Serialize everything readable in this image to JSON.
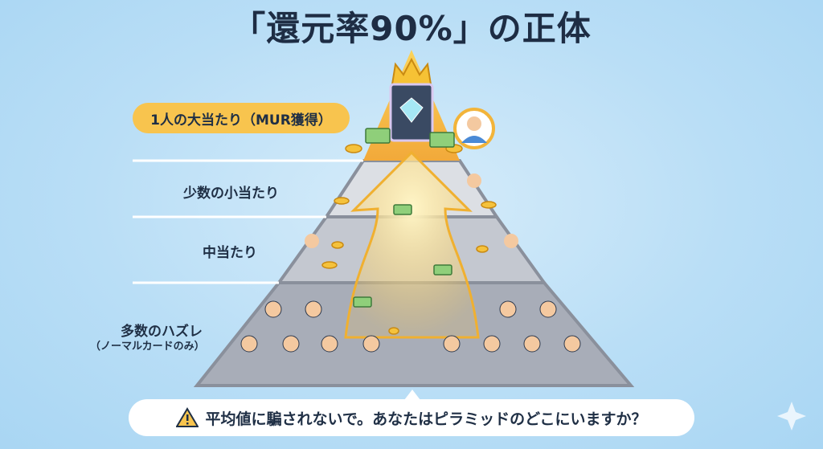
{
  "title": "「還元率90%」の正体",
  "tiers": {
    "top": "1人の大当たり（MUR獲得）",
    "small": "少数の小当たり",
    "middle": "中当たり",
    "bottom": "多数のハズレ",
    "bottom_sub": "（ノーマルカードのみ）"
  },
  "callout": {
    "icon": "warning-icon",
    "text": "平均値に騙されないで。あなたはピラミッドのどこにいますか？"
  },
  "colors": {
    "accent": "#f8c44e",
    "background": "#b9def6",
    "text": "#1f2f45"
  }
}
